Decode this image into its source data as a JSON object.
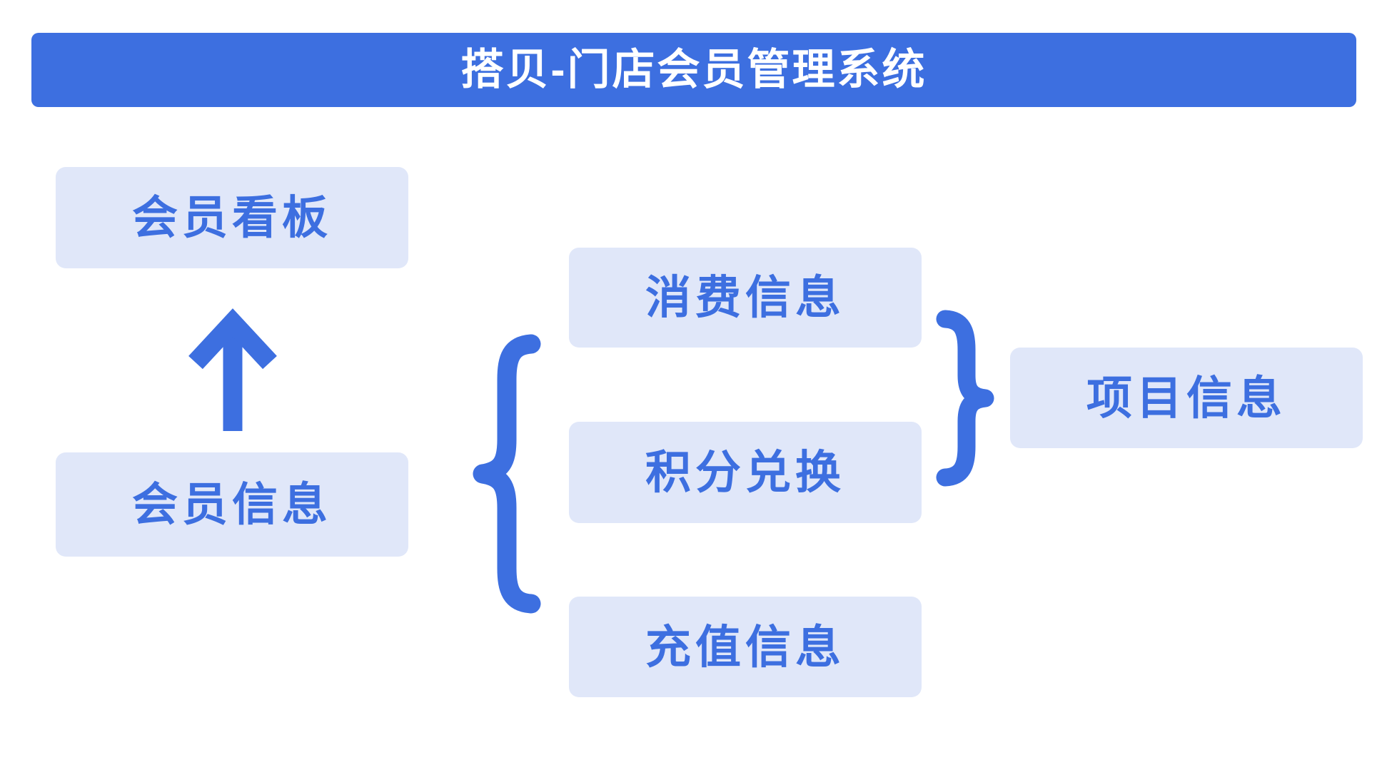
{
  "header": {
    "title": "搭贝-门店会员管理系统"
  },
  "nodes": {
    "dashboard": {
      "label": "会员看板"
    },
    "member": {
      "label": "会员信息"
    },
    "consume": {
      "label": "消费信息"
    },
    "points": {
      "label": "积分兑换"
    },
    "recharge": {
      "label": "充值信息"
    },
    "project": {
      "label": "项目信息"
    }
  },
  "connectors": {
    "arrow_up": "arrow-up",
    "left_brace": "left-curly-brace",
    "right_brace": "right-curly-brace"
  },
  "colors": {
    "primary_blue": "#3D6FE0",
    "node_fill": "#E0E7F9",
    "node_text": "#3D6FE0",
    "banner_text": "#FFFFFF",
    "background": "#FFFFFF"
  }
}
